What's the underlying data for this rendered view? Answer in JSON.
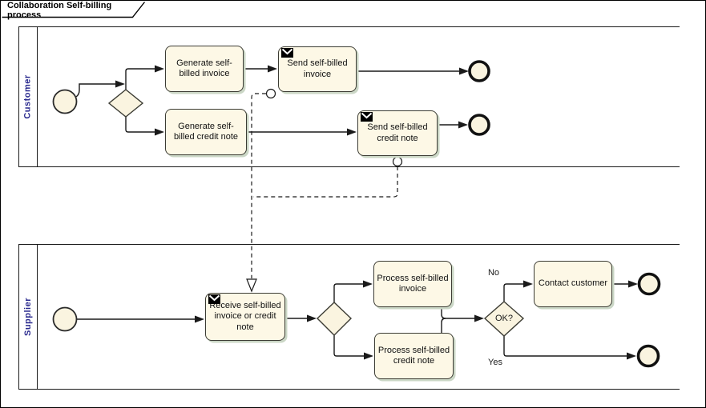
{
  "diagram": {
    "title": "Collaboration Self-billing process",
    "colors": {
      "task_fill": "#fdf8e6",
      "task_border": "#3c3c34",
      "shadow": "#cbd7c6",
      "lane_text": "#2b2b8f",
      "line": "#1a1a1a"
    },
    "pools": [
      {
        "name": "Customer"
      },
      {
        "name": "Supplier"
      }
    ],
    "tasks": [
      {
        "id": "generate-self-billed-invoice",
        "label": "Generate self-billed invoice"
      },
      {
        "id": "generate-self-billed-credit-note",
        "label": "Generate self-billed credit note"
      },
      {
        "id": "send-self-billed-invoice",
        "label": "Send self-billed invoice",
        "icon": "message-icon"
      },
      {
        "id": "send-self-billed-credit-note",
        "label": "Send self-billed credit note",
        "icon": "message-icon"
      },
      {
        "id": "receive-self-billed-invoice-or-credit-note",
        "label": "Receive self-billed invoice or credit note",
        "icon": "message-icon"
      },
      {
        "id": "process-self-billed-invoice",
        "label": "Process self-billed invoice"
      },
      {
        "id": "process-self-billed-credit-note",
        "label": "Process self-billed credit note"
      },
      {
        "id": "contact-customer",
        "label": "Contact customer"
      }
    ],
    "gateways": [
      {
        "id": "customer-split",
        "label": ""
      },
      {
        "id": "supplier-split",
        "label": ""
      },
      {
        "id": "ok-decision",
        "label": "OK?"
      }
    ],
    "flow_labels": {
      "no": "No",
      "yes": "Yes"
    },
    "events": {
      "customer_start": "start-event",
      "customer_end_invoice": "end-event",
      "customer_end_credit_note": "end-event",
      "supplier_start": "start-event",
      "supplier_end_contact": "end-event",
      "supplier_end_ok": "end-event"
    }
  }
}
